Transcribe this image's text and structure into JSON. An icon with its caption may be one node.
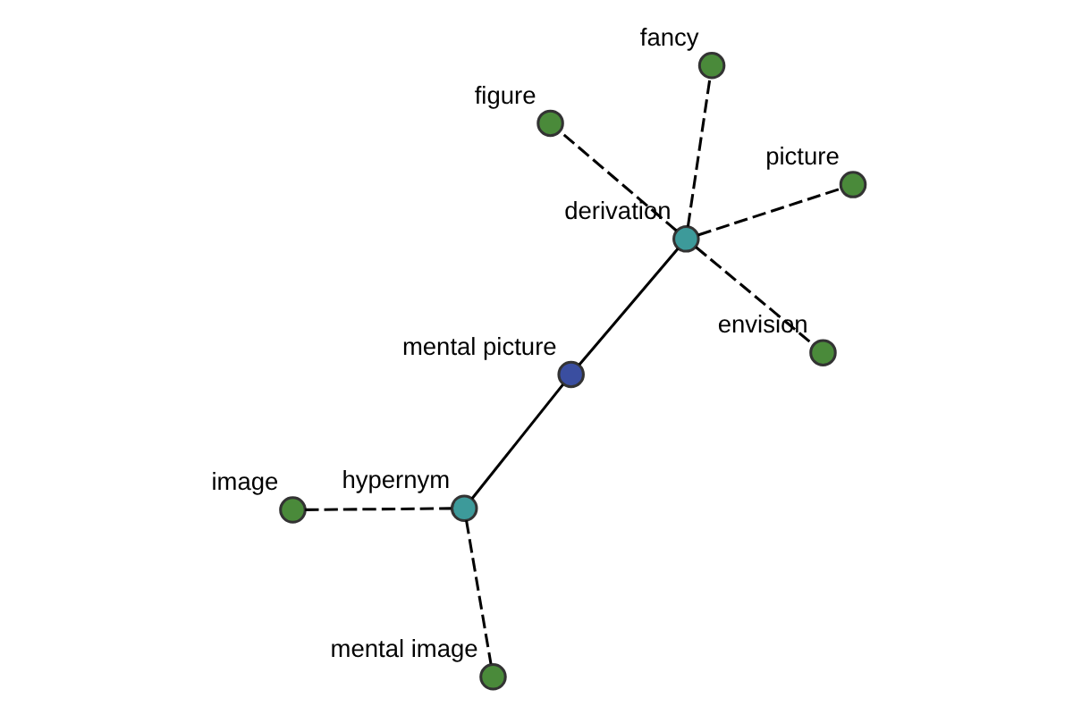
{
  "diagram": {
    "nodes": [
      {
        "text": [
          "image"
        ]
      },
      {
        "text": [
          "picture"
        ]
      },
      {
        "text": [
          "envision"
        ]
      },
      {
        "text": [
          "fancy"
        ]
      },
      {
        "text": [
          "derivation"
        ]
      },
      {
        "text": [
          "figure"
        ]
      },
      {
        "text": [
          "mental picture"
        ]
      },
      {
        "text": [
          "hypernym"
        ]
      },
      {
        "text": [
          "mental image"
        ]
      }
    ],
    "edges": [
      {
        "from": 0,
        "to": 7,
        "arrow": "none",
        "style": "dashed"
      },
      {
        "from": 7,
        "to": 8,
        "arrow": "none",
        "style": "dashed"
      },
      {
        "from": 7,
        "to": 6,
        "arrow": "none"
      },
      {
        "from": 6,
        "to": 4,
        "arrow": "none"
      },
      {
        "from": 4,
        "to": 1,
        "arrow": "none",
        "style": "dashed"
      },
      {
        "from": 4,
        "to": 2,
        "arrow": "none",
        "style": "dashed"
      },
      {
        "from": 4,
        "to": 3,
        "arrow": "none",
        "style": "dashed"
      },
      {
        "from": 4,
        "to": 5,
        "arrow": "none",
        "style": "dashed"
      }
    ]
  }
}
